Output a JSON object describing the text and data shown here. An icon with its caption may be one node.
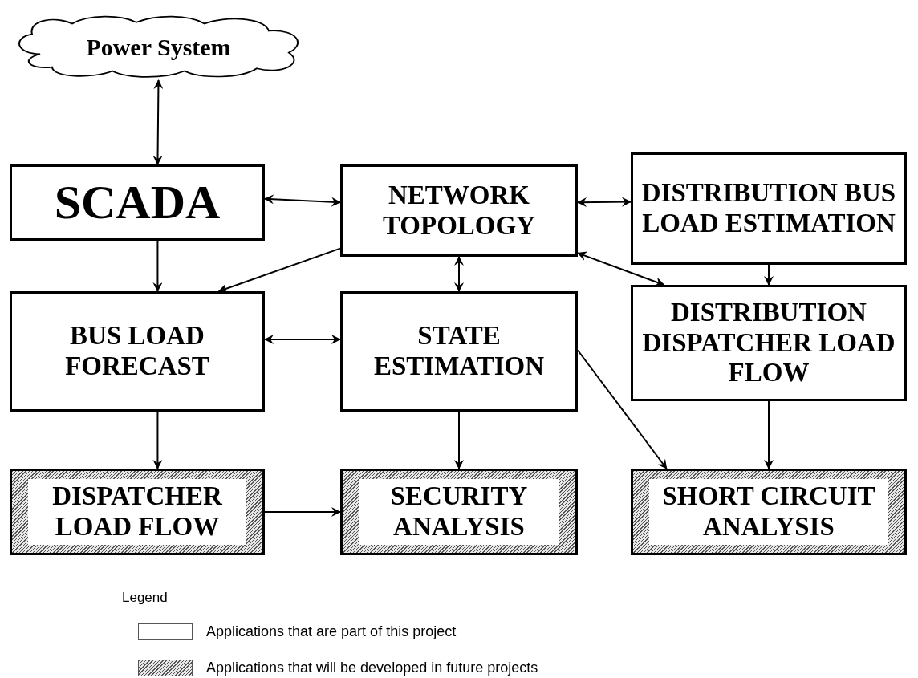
{
  "diagram": {
    "nodes": [
      {
        "text": [
          "Power System"
        ]
      },
      {
        "text": [
          "SCADA"
        ]
      },
      {
        "text": [
          "NETWORK TOPOLOGY"
        ]
      },
      {
        "text": [
          "DISTRIBUTION BUS LOAD ESTIMATION"
        ]
      },
      {
        "text": [
          "BUS LOAD FORECAST"
        ]
      },
      {
        "text": [
          "STATE ESTIMATION"
        ]
      },
      {
        "text": [
          "DISTRIBUTION DISPATCHER LOAD FLOW"
        ]
      },
      {
        "text": [
          "DISPATCHER LOAD FLOW"
        ]
      },
      {
        "text": [
          "SECURITY ANALYSIS"
        ]
      },
      {
        "text": [
          "SHORT CIRCUIT ANALYSIS"
        ]
      }
    ],
    "edges": [
      {
        "from": 0,
        "to": 1,
        "arrow": "both"
      },
      {
        "from": 1,
        "to": 2,
        "arrow": "both"
      },
      {
        "from": 2,
        "to": 3,
        "arrow": "both"
      },
      {
        "from": 1,
        "to": 4,
        "arrow": "to"
      },
      {
        "from": 2,
        "to": 4,
        "arrow": "to"
      },
      {
        "from": 2,
        "to": 5,
        "arrow": "both"
      },
      {
        "from": 2,
        "to": 6,
        "arrow": "both"
      },
      {
        "from": 3,
        "to": 6,
        "arrow": "to"
      },
      {
        "from": 4,
        "to": 5,
        "arrow": "both"
      },
      {
        "from": 4,
        "to": 7,
        "arrow": "to"
      },
      {
        "from": 5,
        "to": 8,
        "arrow": "to"
      },
      {
        "from": 5,
        "to": 9,
        "arrow": "to"
      },
      {
        "from": 6,
        "to": 9,
        "arrow": "to"
      },
      {
        "from": 7,
        "to": 8,
        "arrow": "to"
      }
    ],
    "labels": [
      "Legend"
    ],
    "legend": [
      {
        "text": "Applications that are part of this project",
        "color": "#ffffff"
      },
      {
        "text": "Applications that will be developed in future projects"
      }
    ]
  }
}
